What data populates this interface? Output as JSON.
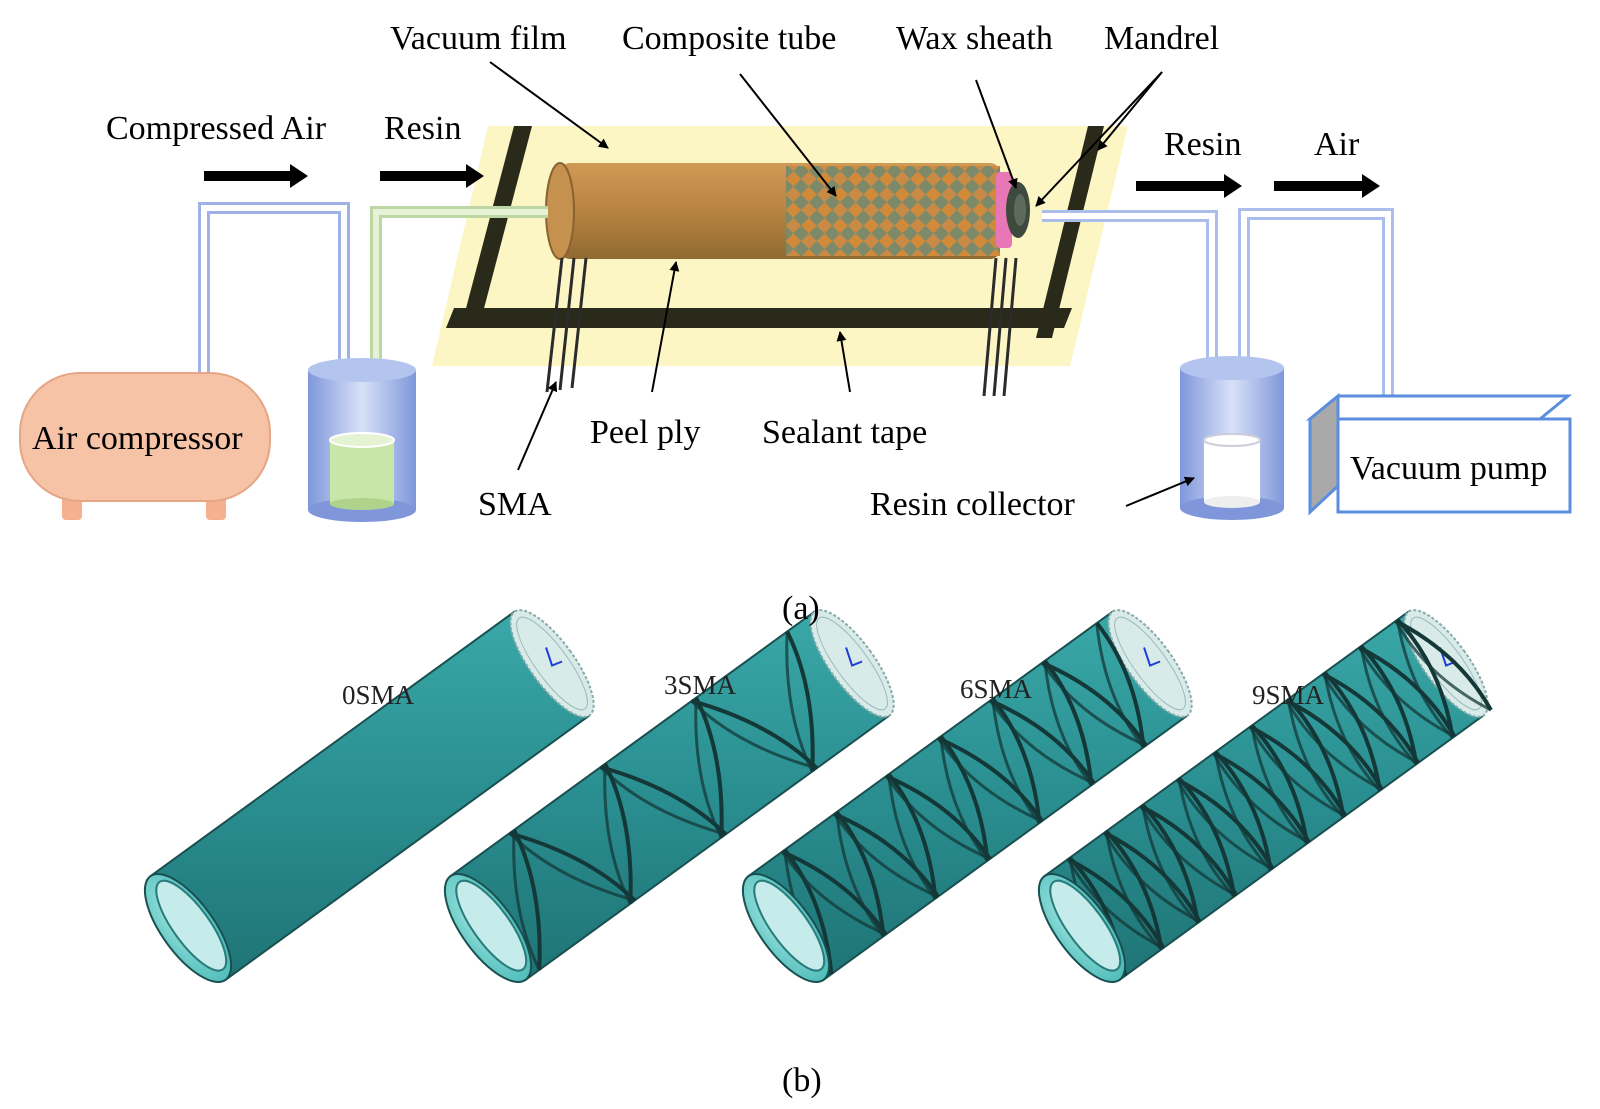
{
  "part_a": {
    "caption": "(a)",
    "labels": {
      "vacuum_film": "Vacuum film",
      "composite_tube": "Composite tube",
      "wax_sheath": "Wax sheath",
      "mandrel": "Mandrel",
      "compressed_air": "Compressed Air",
      "resin_in": "Resin",
      "resin_out": "Resin",
      "air_out": "Air",
      "air_compressor": "Air compressor",
      "sma": "SMA",
      "peel_ply": "Peel ply",
      "sealant_tape": "Sealant tape",
      "resin_collector": "Resin collector",
      "vacuum_pump": "Vacuum pump"
    },
    "colors": {
      "vacuum_film": "#fbf6c4",
      "compressor": "#f7c3a6",
      "container": "#8ea6e0",
      "resin": "#c8e6a8",
      "pipe": "#b8c8ee",
      "frame": "#2a2a1a"
    }
  },
  "part_b": {
    "caption": "(b)",
    "models": [
      {
        "label": "0SMA",
        "sma_count": 0
      },
      {
        "label": "3SMA",
        "sma_count": 3
      },
      {
        "label": "6SMA",
        "sma_count": 6
      },
      {
        "label": "9SMA",
        "sma_count": 9
      }
    ],
    "colors": {
      "tube": "#2e9c9e",
      "tube_light": "#6fd3d0",
      "wire": "#143838"
    }
  }
}
